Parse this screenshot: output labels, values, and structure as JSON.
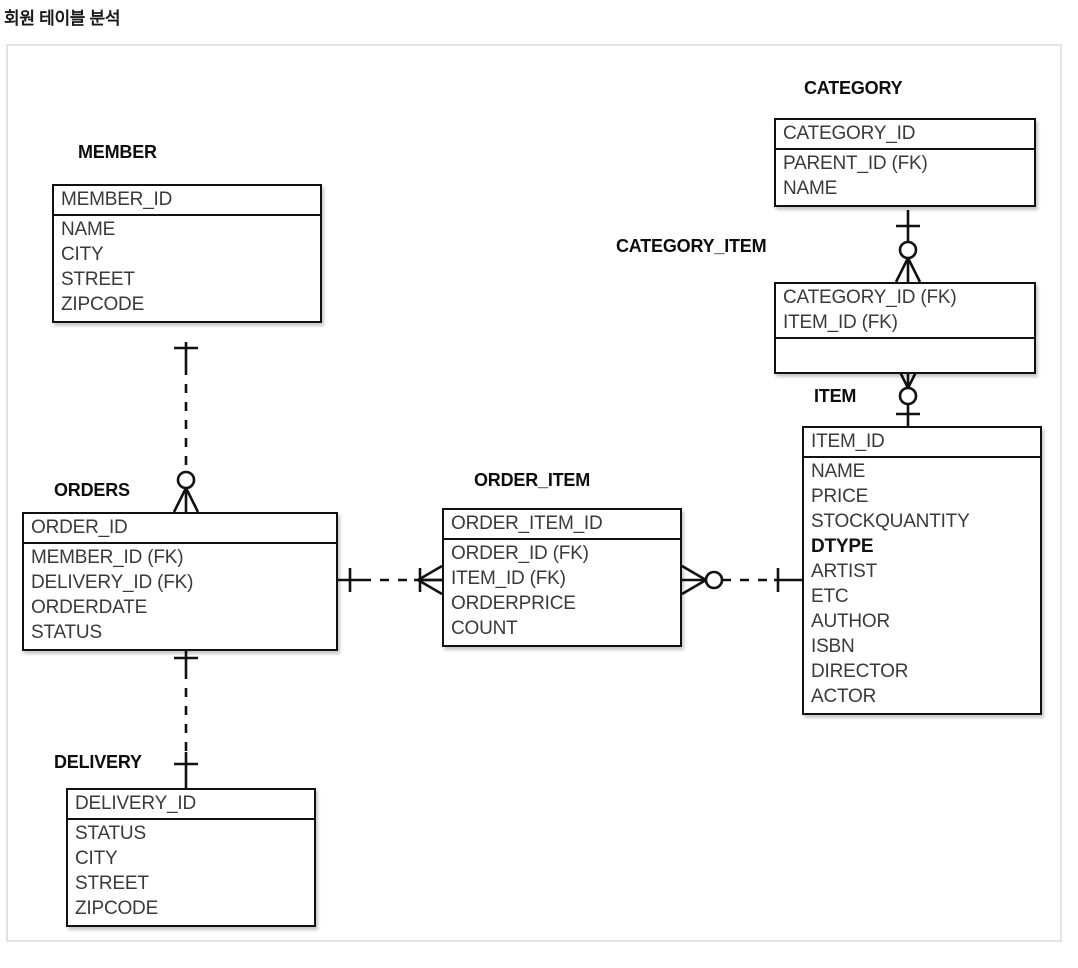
{
  "page": {
    "title": "회원 테이블 분석"
  },
  "diagram": {
    "type": "er-diagram",
    "notation": "crow's foot (IE)",
    "entities": [
      {
        "name": "MEMBER",
        "label": "MEMBER",
        "pk": [
          "MEMBER_ID"
        ],
        "attributes": [
          "NAME",
          "CITY",
          "STREET",
          "ZIPCODE"
        ]
      },
      {
        "name": "ORDERS",
        "label": "ORDERS",
        "pk": [
          "ORDER_ID"
        ],
        "attributes": [
          "MEMBER_ID (FK)",
          "DELIVERY_ID (FK)",
          "ORDERDATE",
          "STATUS"
        ]
      },
      {
        "name": "DELIVERY",
        "label": "DELIVERY",
        "pk": [
          "DELIVERY_ID"
        ],
        "attributes": [
          "STATUS",
          "CITY",
          "STREET",
          "ZIPCODE"
        ]
      },
      {
        "name": "ORDER_ITEM",
        "label": "ORDER_ITEM",
        "pk": [
          "ORDER_ITEM_ID"
        ],
        "attributes": [
          "ORDER_ID (FK)",
          "ITEM_ID (FK)",
          "ORDERPRICE",
          "COUNT"
        ]
      },
      {
        "name": "ITEM",
        "label": "ITEM",
        "pk": [
          "ITEM_ID"
        ],
        "attributes": [
          "NAME",
          "PRICE",
          "STOCKQUANTITY",
          "DTYPE",
          "ARTIST",
          "ETC",
          "AUTHOR",
          "ISBN",
          "DIRECTOR",
          "ACTOR"
        ],
        "bold_attributes": [
          "DTYPE"
        ]
      },
      {
        "name": "CATEGORY",
        "label": "CATEGORY",
        "pk": [
          "CATEGORY_ID"
        ],
        "attributes": [
          "PARENT_ID (FK)",
          "NAME"
        ]
      },
      {
        "name": "CATEGORY_ITEM",
        "label": "CATEGORY_ITEM",
        "pk": [
          "CATEGORY_ID (FK)",
          "ITEM_ID (FK)"
        ],
        "attributes": []
      }
    ],
    "relationships": [
      {
        "from": "MEMBER",
        "to": "ORDERS",
        "line": "dashed",
        "from_cardinality": "one-mandatory",
        "to_cardinality": "zero-or-many"
      },
      {
        "from": "ORDERS",
        "to": "DELIVERY",
        "line": "dashed",
        "from_cardinality": "one-mandatory",
        "to_cardinality": "one-mandatory"
      },
      {
        "from": "ORDERS",
        "to": "ORDER_ITEM",
        "line": "dashed",
        "from_cardinality": "one-mandatory",
        "to_cardinality": "one-or-many"
      },
      {
        "from": "ORDER_ITEM",
        "to": "ITEM",
        "line": "dashed",
        "from_cardinality": "zero-or-many",
        "to_cardinality": "one-mandatory"
      },
      {
        "from": "CATEGORY",
        "to": "CATEGORY_ITEM",
        "line": "solid",
        "from_cardinality": "one-mandatory",
        "to_cardinality": "zero-or-many"
      },
      {
        "from": "CATEGORY_ITEM",
        "to": "ITEM",
        "line": "solid",
        "from_cardinality": "zero-or-many",
        "to_cardinality": "one-mandatory"
      }
    ]
  },
  "colors": {
    "background": "#ffffff",
    "canvas_border": "#e3e3e3",
    "entity_border": "#111111",
    "attribute_text": "#3a3a3a",
    "label_text": "#0d0d0d"
  }
}
